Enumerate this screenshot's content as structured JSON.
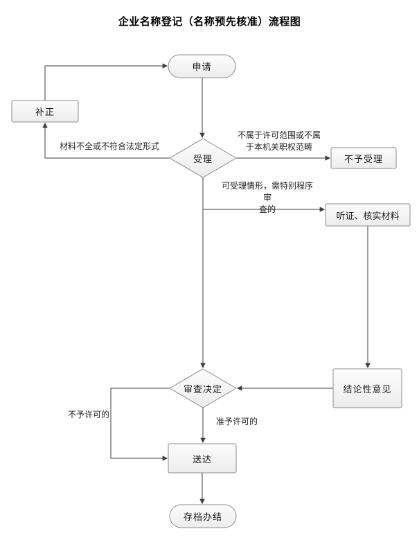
{
  "title": "企业名称登记（名称预先核准）流程图",
  "nodes": {
    "apply": "申请",
    "correction": "补正",
    "accept": "受理",
    "reject": "不予受理",
    "hearing": "听证、核实材料",
    "decision": "审查决定",
    "conclusion": "结论性意见",
    "delivery": "送达",
    "archive": "存档办结"
  },
  "edge_labels": {
    "incomplete": "材料不全或不符合法定形式",
    "not_in_scope": "不属于许可范围或不属\n于本机关职权范畴",
    "special_procedure": "可受理情形，需特别程序审\n查的",
    "not_permitted": "不予许可的",
    "permitted": "准予许可的"
  },
  "colors": {
    "shape_fill_top": "#fdfdfd",
    "shape_fill_bottom": "#ececec",
    "shape_border": "#8c8c8c",
    "connector": "#3f3f3f",
    "text": "#1a1a1a",
    "background": "#ffffff"
  }
}
